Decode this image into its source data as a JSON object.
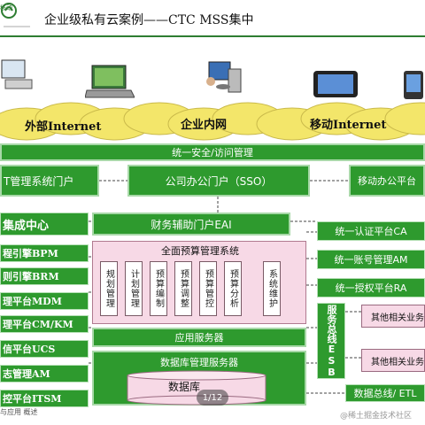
{
  "header": {
    "logo_text": "移动",
    "title": "企业级私有云案例——CTC MSS集中"
  },
  "clouds": [
    {
      "label": "外部Internet"
    },
    {
      "label": "企业内网"
    },
    {
      "label": "移动Internet"
    }
  ],
  "access_bar": {
    "label": "统一安全/访问管理"
  },
  "portals": {
    "left": "T管理系统门户",
    "center": "公司办公门户（SSO）",
    "right": "移动办公平台"
  },
  "eai": {
    "label": "财务辅助门户EAI"
  },
  "left_column": {
    "header": "集成中心",
    "items": [
      "程引擎BPM",
      "则引擎BRM",
      "理平台MDM",
      "理平台CM/KM",
      "信平台UCS",
      "志管理AM",
      "控平台ITSM"
    ]
  },
  "right_column": {
    "items": [
      "统一认证平台CA",
      "统一账号管理AM",
      "统一授权平台RA"
    ],
    "esb_label": "服务总线ESB",
    "other_systems": [
      "其他相关业务",
      "其他相关业务"
    ],
    "data_bus": "数据总线/ ETL"
  },
  "budget": {
    "title": "全面预算管理系统",
    "modules": [
      "规划管理",
      "计划管理",
      "预算编制",
      "预算调整",
      "预算管控",
      "预算分析",
      "系统维护"
    ]
  },
  "app_server": {
    "label": "应用服务器"
  },
  "db_server": {
    "label": "数据库管理服务器"
  },
  "database": {
    "label": "数据库"
  },
  "pager": {
    "text": "1/12"
  },
  "footer": {
    "left": "与应用    概述",
    "watermark": "@稀土掘金技术社区"
  },
  "colors": {
    "box_green": "#2e9a2e",
    "cloud_yellow": "#f3e66a",
    "pink": "#f7d9e6",
    "accent_line": "#2e7d32"
  }
}
